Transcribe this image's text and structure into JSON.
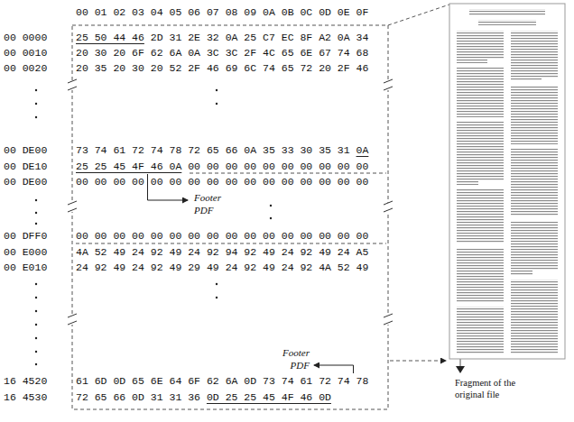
{
  "diagram": {
    "labels": [
      "00 01 02 03 04 05 06 07 08 09 0A 0B 0C 0D 0E 0F",
      "00 0000",
      "25 50 44 46 2D 31 2E 32 0A 25 C7 EC 8F A2 0A 34",
      "00 0010",
      "20 30 20 6F 62 6A 0A 3C 3C 2F 4C 65 6E 67 74 68",
      "00 0020",
      "20 35 20 30 20 52 2F 46 69 6C 74 65 72 20 2F 46",
      "00 DE00",
      "73 74 61 72 74 78 72 65 66 0A 35 33 30 35 31 0A",
      "00 DE10",
      "25 25 45 4F 46 0A 00 00 00 00 00 00 00 00 00 00",
      "00 DE00",
      "00 00 00 00 00 00 00 00 00 00 00 00 00 00 00 00",
      "00 DFF0",
      "00 00 00 00 00 00 00 00 00 00 00 00 00 00 00 00",
      "00 E000",
      "4A 52 49 24 92 49 24 92 94 92 49 24 92 49 24 A5",
      "00 E010",
      "24 92 49 24 92 49 29 49 24 92 49 24 92 4A 52 49",
      "16 4520",
      "61 6D 0D 65 6E 64 6F 62 6A 0D 73 74 61 72 74 78",
      "16 4530",
      "72 65 66 0D 31 31 36 0D 25 25 45 4F 46 0D",
      "Footer PDF",
      "Footer PDF",
      "Fragment of the original file"
    ]
  }
}
